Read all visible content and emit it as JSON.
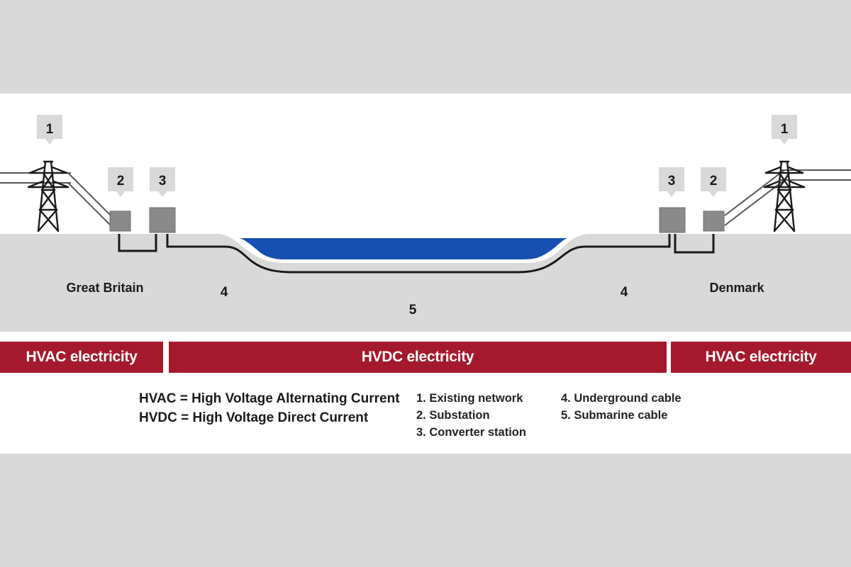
{
  "markers": {
    "existing_network": "1",
    "substation": "2",
    "converter_station": "3",
    "underground_cable": "4",
    "submarine_cable": "5"
  },
  "regions": {
    "left": "Great Britain",
    "right": "Denmark"
  },
  "bars": {
    "left": "HVAC electricity",
    "middle": "HVDC electricity",
    "right": "HVAC electricity"
  },
  "abbreviations": [
    "HVAC = High Voltage Alternating Current",
    "HVDC = High Voltage Direct Current"
  ],
  "legend_items": [
    "1. Existing network",
    "2. Substation",
    "3. Converter station",
    "4. Underground cable",
    "5. Submarine cable"
  ],
  "colors": {
    "ground": "#d9d9d9",
    "sea": "#1550b0",
    "bar": "#a5192c",
    "equipment": "#8a8a8a",
    "marker": "#d9d9d9"
  }
}
